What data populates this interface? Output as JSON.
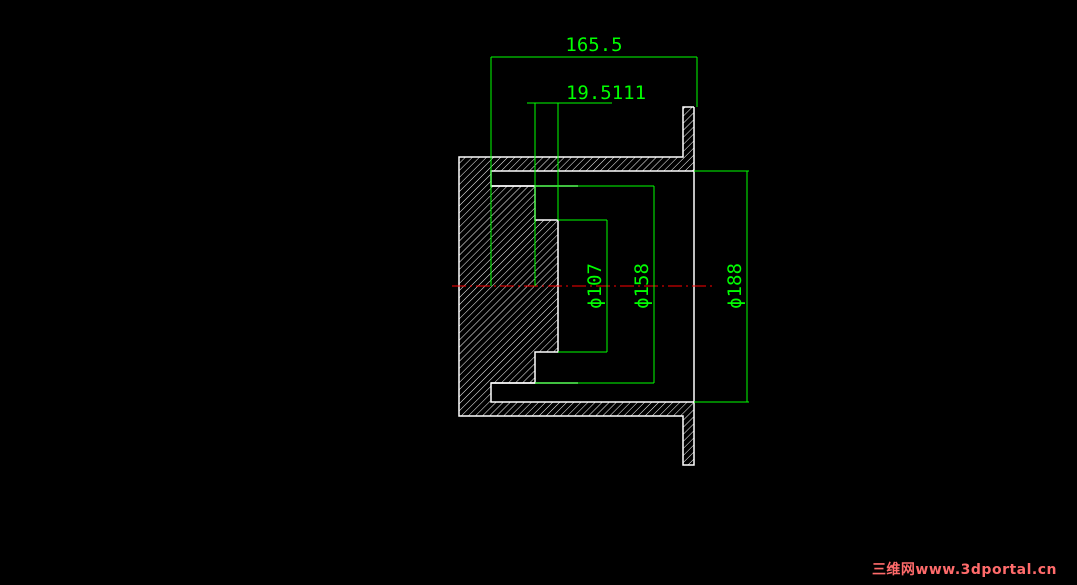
{
  "drawing": {
    "dim_overall_length": "165.5",
    "dim_step_length": "19.5111",
    "dim_d107": "ϕ107",
    "dim_d158": "ϕ158",
    "dim_d188": "ϕ188"
  },
  "colors": {
    "background": "#000000",
    "geometry": "#ffffff",
    "dimension": "#00ff00",
    "centerline": "#ff0000",
    "watermark": "#ff6b6b"
  },
  "watermark": {
    "text": "三维网www.3dportal.cn"
  }
}
